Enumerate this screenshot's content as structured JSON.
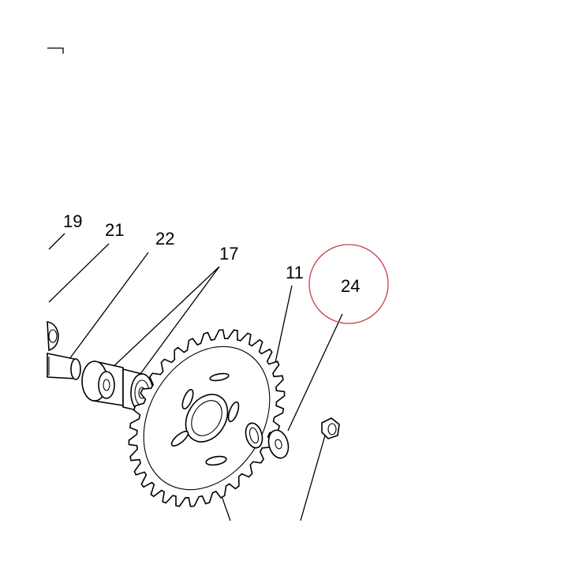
{
  "callouts": [
    {
      "id": "19",
      "text": "19"
    },
    {
      "id": "21",
      "text": "21"
    },
    {
      "id": "22",
      "text": "22"
    },
    {
      "id": "17",
      "text": "17"
    },
    {
      "id": "11",
      "text": "11"
    },
    {
      "id": "24",
      "text": "24"
    }
  ],
  "highlight": {
    "callout": "24",
    "color": "#c8404a"
  }
}
